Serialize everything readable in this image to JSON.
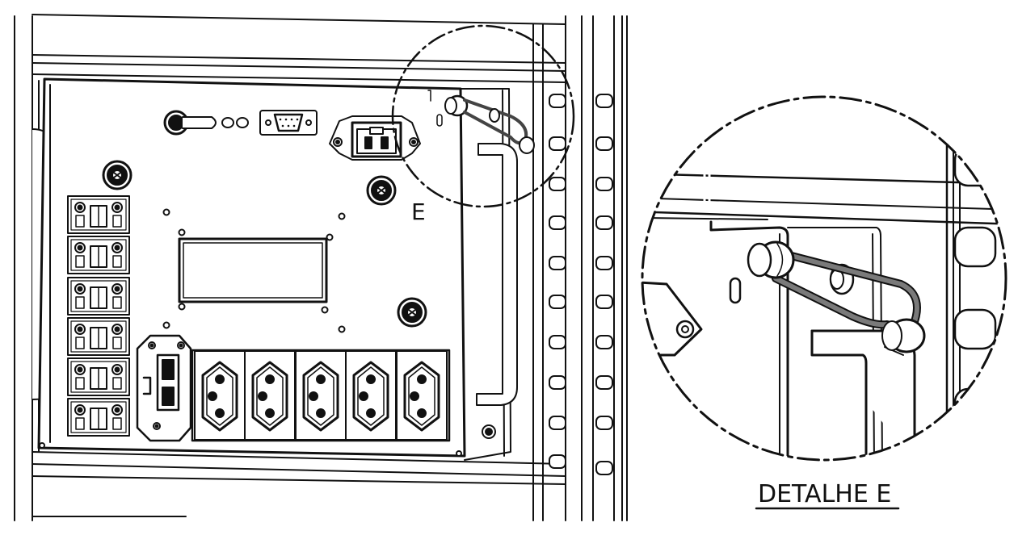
{
  "callout_label": "E",
  "detail_title": "DETALHE E",
  "colors": {
    "line": "#111111",
    "panel": "#ffffff",
    "rod": "#6e6e6e",
    "shade": "#222222"
  },
  "socket_count": 5,
  "breaker_count": 6
}
